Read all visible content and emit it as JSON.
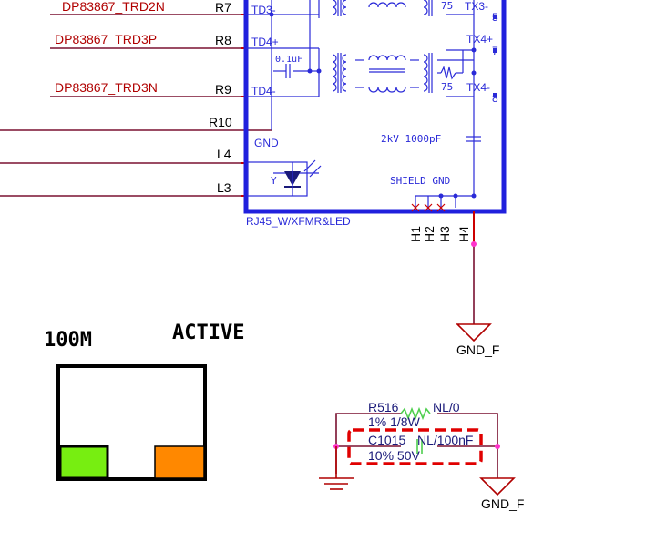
{
  "nets": {
    "trd2n": "DP83867_TRD2N",
    "trd3p": "DP83867_TRD3P",
    "trd3n": "DP83867_TRD3N"
  },
  "pins": {
    "r7": "R7",
    "r8": "R8",
    "r9": "R9",
    "r10": "R10",
    "l4": "L4",
    "l3": "L3",
    "h1": "H1",
    "h2": "H2",
    "h3": "H3",
    "h4": "H4"
  },
  "connector": {
    "td3m": "TD3-",
    "td4p": "TD4+",
    "td4m": "TD4-",
    "gnd": "GND",
    "tx3m": "TX3-",
    "tx4p": "TX4+",
    "tx4m": "TX4-",
    "pin5": "5",
    "pin7": "7",
    "pin8": "8",
    "cap": "0.1uF",
    "res1": "75",
    "res2": "75",
    "hv_cap": "2kV 1000pF",
    "shield": "SHIELD GND",
    "led_y": "Y",
    "name": "RJ45_W/XFMR&LED"
  },
  "ground_labels": {
    "top": "GND_F",
    "bottom": "GND_F"
  },
  "leds": {
    "left_label": "100M",
    "right_label": "ACTIVE",
    "left_color": "#77ee11",
    "right_color": "#ff8800"
  },
  "parts": {
    "r516_ref": "R516",
    "r516_val": "NL/0",
    "r516_spec": "1%  1/8W",
    "c1015_ref": "C1015",
    "c1015_val": "NL/100nF",
    "c1015_spec": "10%  50V"
  }
}
